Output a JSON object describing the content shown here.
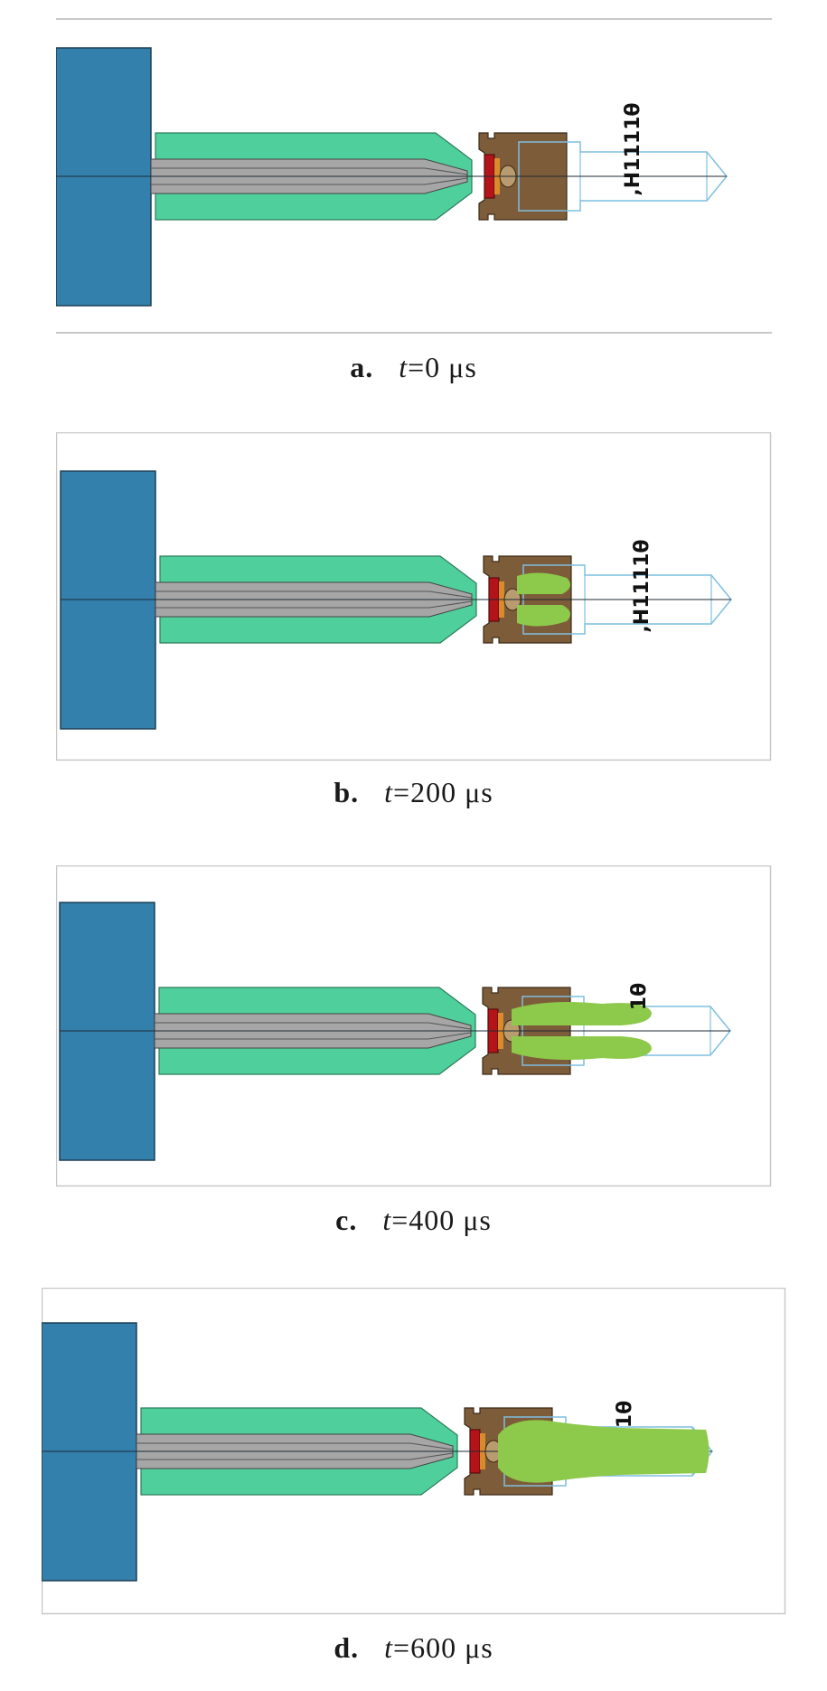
{
  "panels": [
    {
      "label": "a.",
      "time_var": "t",
      "time_eq": "=0 μs",
      "annotation": ",H1111θ",
      "jet_stage": 0
    },
    {
      "label": "b.",
      "time_var": "t",
      "time_eq": "=200 μs",
      "annotation": ",H1111θ",
      "jet_stage": 1
    },
    {
      "label": "c.",
      "time_var": "t",
      "time_eq": "=400 μs",
      "annotation": "1θ",
      "jet_stage": 2
    },
    {
      "label": "d.",
      "time_var": "t",
      "time_eq": "=600 μs",
      "annotation": "1θ",
      "jet_stage": 3
    }
  ],
  "colors": {
    "block": "#3380ad",
    "sleeve": "#4fcf9b",
    "rod": "#a6a6a6",
    "housing": "#7d5c3a",
    "charge": "#b3141a",
    "jet": "#8dc94a",
    "outline": "#7fbfe0",
    "frame": "#c8c8c8"
  }
}
